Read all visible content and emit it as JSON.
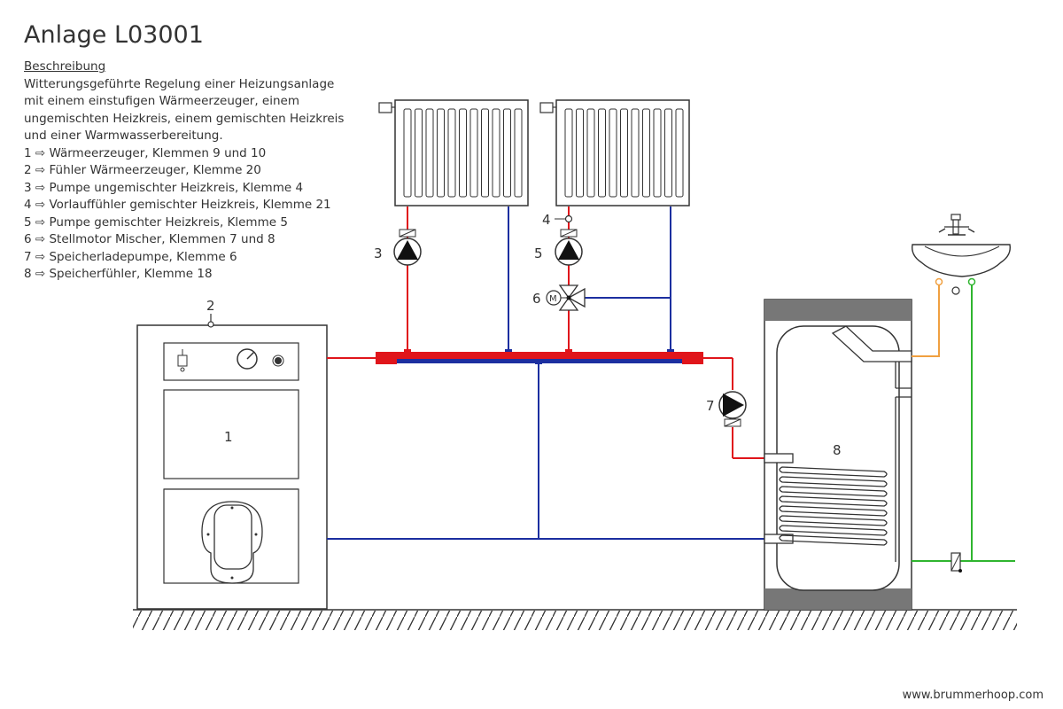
{
  "title": "Anlage L03001",
  "description": {
    "heading": "Beschreibung",
    "lines": [
      "Witterungsgeführte Regelung einer Heizungsanlage",
      "mit einem einstufigen Wärmeerzeuger, einem",
      "ungemischten Heizkreis, einem gemischten Heizkreis",
      "und einer Warmwasserbereitung."
    ],
    "items": [
      "1 ⇨ Wärmeerzeuger, Klemmen 9 und 10",
      "2 ⇨ Fühler Wärmeerzeuger, Klemme 20",
      "3 ⇨ Pumpe ungemischter Heizkreis, Klemme 4",
      "4 ⇨ Vorlauffühler gemischter Heizkreis, Klemme 21",
      "5 ⇨ Pumpe gemischter Heizkreis, Klemme 5",
      "6 ⇨ Stellmotor Mischer, Klemmen 7 und 8",
      "7 ⇨ Speicherladepumpe, Klemme 6",
      "8 ⇨ Speicherfühler, Klemme 18"
    ]
  },
  "labels": {
    "boiler": "1",
    "boiler_sensor": "2",
    "pump_unmixed": "3",
    "flow_sensor": "4",
    "pump_mixed": "5",
    "mixer_motor": "6",
    "mixer_motor_symbol": "M",
    "charge_pump": "7",
    "tank_sensor": "8"
  },
  "colors": {
    "supply": "#e0151b",
    "return": "#1c2fa0",
    "hot_water": "#f0a040",
    "cold_water": "#2fb52f",
    "outline": "#333333",
    "tank_cap": "#777777"
  },
  "footer": "www.brummerhoop.com"
}
